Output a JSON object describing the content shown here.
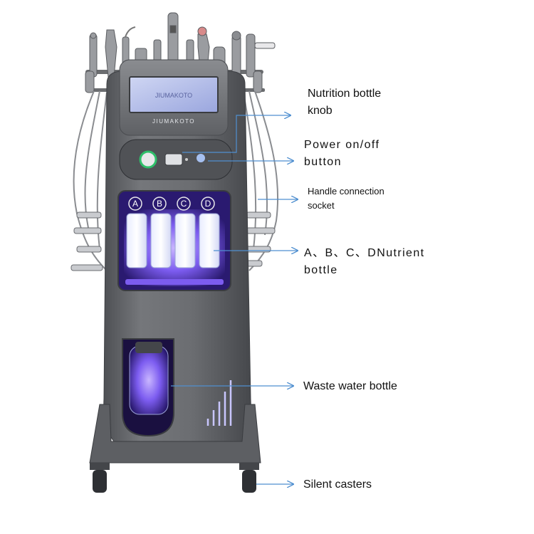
{
  "machine": {
    "brand_screen": "JIUMAKOTO",
    "brand_panel": "JIUMAKOTO",
    "bottle_letters": [
      "A",
      "B",
      "C",
      "D"
    ]
  },
  "callouts": {
    "nutrition_knob": {
      "line1": "Nutrition bottle",
      "line2": "knob"
    },
    "power_button": {
      "line1": "Power on/off",
      "line2": "button"
    },
    "handle_socket": {
      "line1": "Handle connection",
      "line2": "socket"
    },
    "nutrient_bottle": {
      "line1": "A、B、C、DNutrient",
      "line2": "bottle"
    },
    "waste_bottle": {
      "line1": "Waste water bottle"
    },
    "casters": {
      "line1": "Silent casters"
    }
  },
  "colors": {
    "arrow": "#4f8fd0",
    "body": "#6a6c70",
    "led": "#8a6cff",
    "power_ring": "#2fbf6a"
  }
}
